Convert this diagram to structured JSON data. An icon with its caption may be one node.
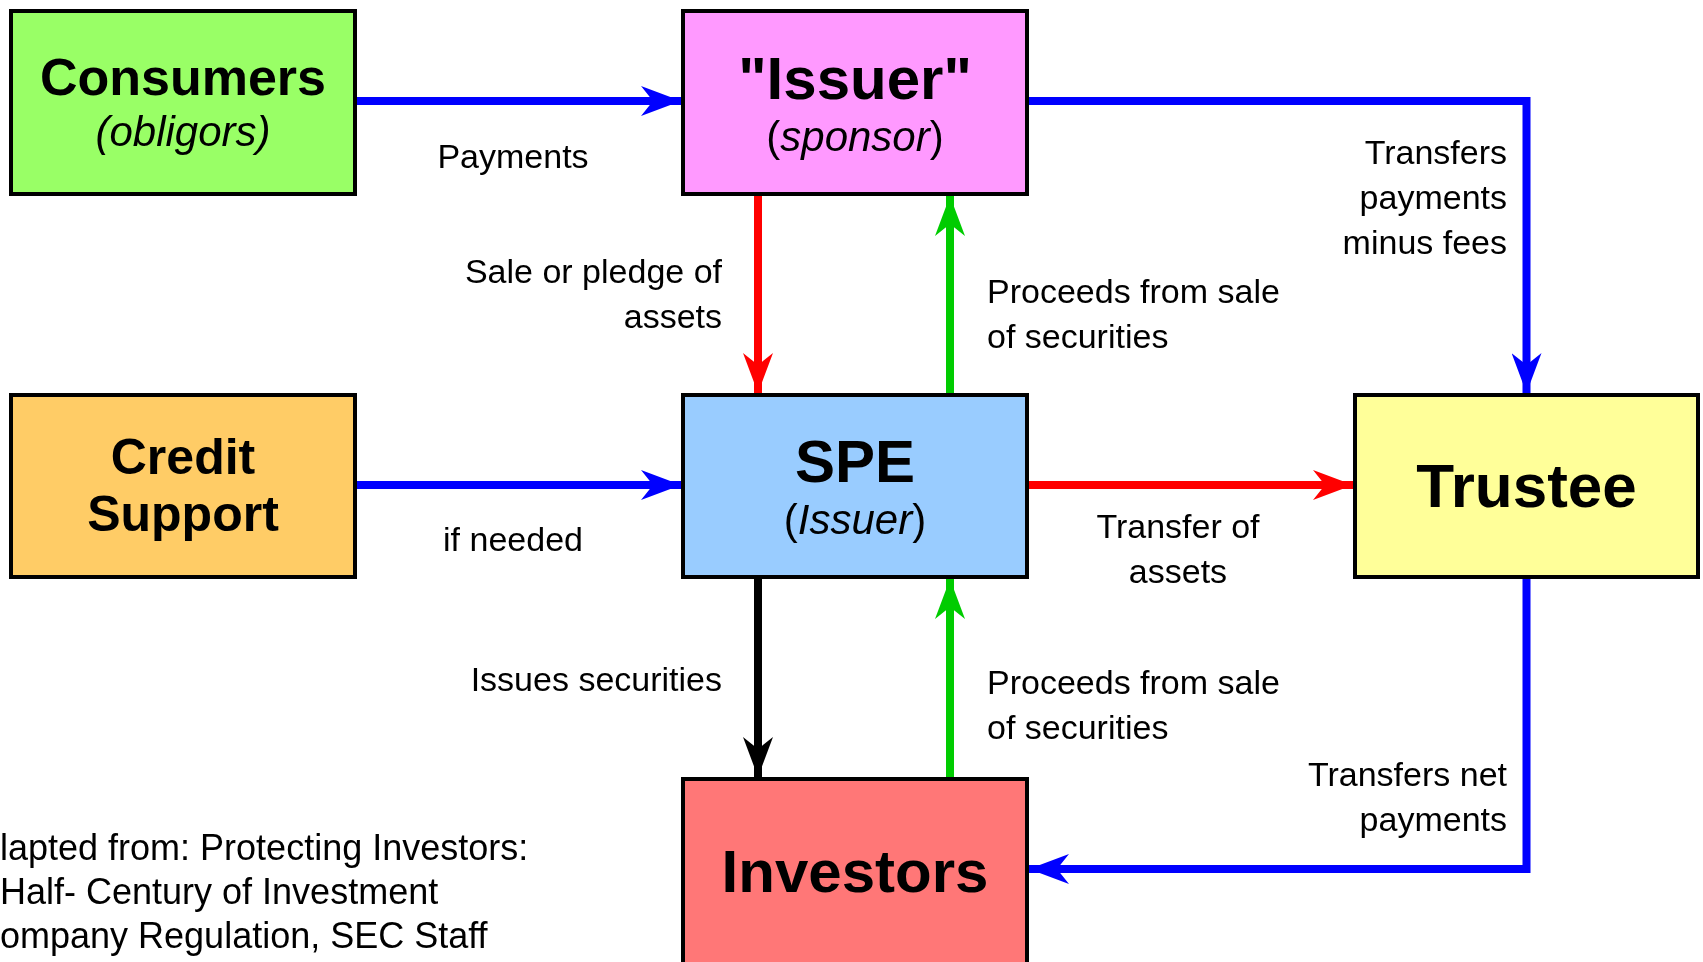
{
  "diagram": {
    "nodes": [
      {
        "text": [
          "Consumers",
          "(obligors)"
        ]
      },
      {
        "text": [
          "\"Issuer\"",
          "(*sponsor*)"
        ]
      },
      {
        "text": [
          "Credit Support"
        ]
      },
      {
        "text": [
          "SPE",
          "(*Issuer*)"
        ]
      },
      {
        "text": [
          "Trustee"
        ]
      },
      {
        "text": [
          "Investors"
        ]
      }
    ],
    "edges": [
      {
        "from": 0,
        "to": 1,
        "arrow": "to",
        "label": "Payments",
        "color": "#0000ff"
      },
      {
        "from": 1,
        "to": 3,
        "arrow": "to",
        "label": "Sale or pledge of assets",
        "color": "#ff0000"
      },
      {
        "from": 3,
        "to": 1,
        "arrow": "to",
        "label": "Proceeds from sale of securities",
        "color": "#00cc00"
      },
      {
        "from": 1,
        "to": 4,
        "arrow": "to",
        "label": "Transfers payments minus fees",
        "color": "#0000ff"
      },
      {
        "from": 2,
        "to": 3,
        "arrow": "to",
        "label": "if needed",
        "color": "#0000ff"
      },
      {
        "from": 3,
        "to": 4,
        "arrow": "to",
        "label": "Transfer of assets",
        "color": "#ff0000"
      },
      {
        "from": 3,
        "to": 5,
        "arrow": "to",
        "label": "Issues securities",
        "color": "#000000"
      },
      {
        "from": 5,
        "to": 3,
        "arrow": "to",
        "label": "Proceeds from sale of securities",
        "color": "#00cc00"
      },
      {
        "from": 4,
        "to": 5,
        "arrow": "to",
        "label": "Transfers net payments",
        "color": "#0000ff"
      }
    ],
    "labels": [
      "lapted from: Protecting Investors: Half- Century of Investment ompany Regulation, SEC Staff"
    ]
  }
}
